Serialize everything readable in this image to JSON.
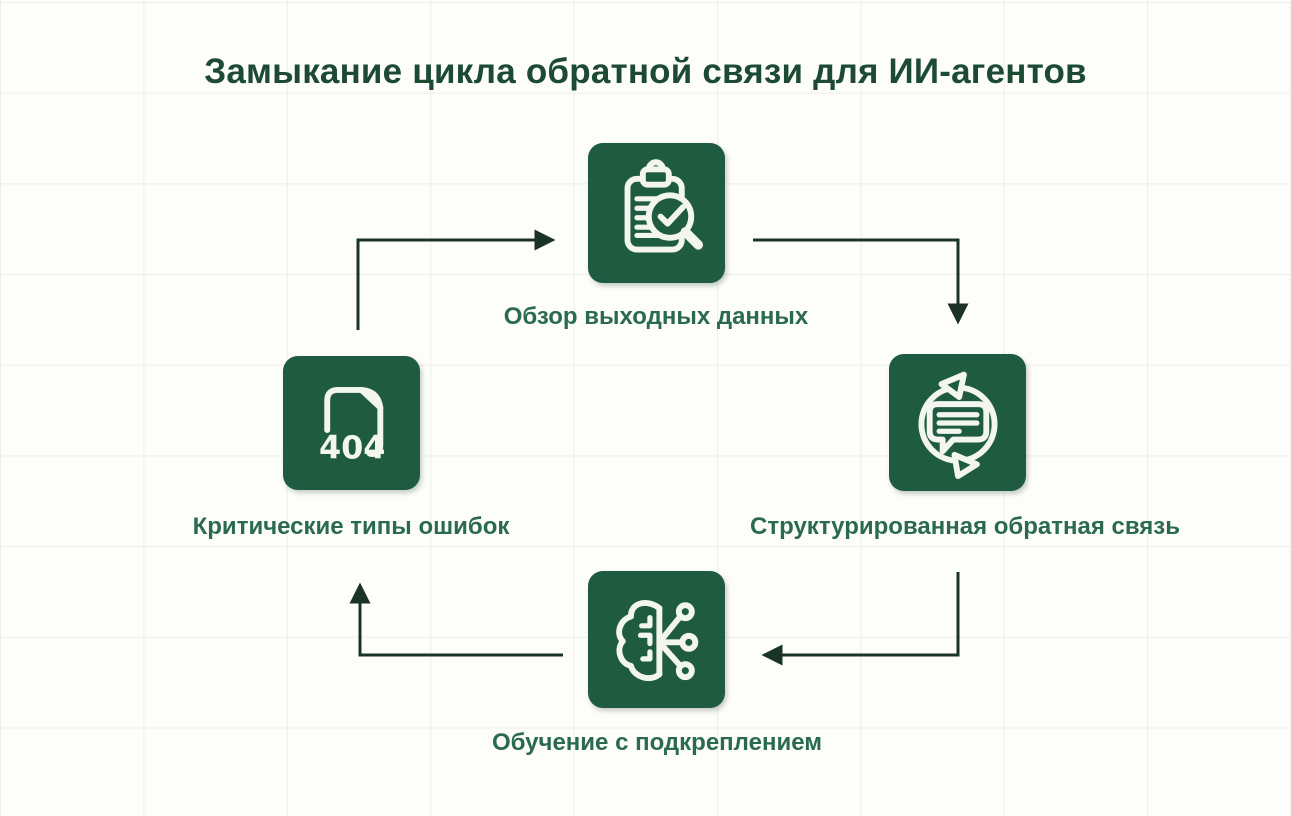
{
  "title": "Замыкание цикла обратной связи для ИИ-агентов",
  "colors": {
    "background": "#fdfdfb",
    "grid_line": "#ededea",
    "icon_background": "#1f5b40",
    "icon_stroke": "#f3f6ef",
    "title_text": "#1c4a33",
    "label_text": "#2b6b4d",
    "arrow": "#1b3327"
  },
  "nodes": [
    {
      "id": "output-review",
      "position": "top",
      "label": "Обзор выходных данных",
      "icon": "clipboard-check-magnifier-icon"
    },
    {
      "id": "structured-feedback",
      "position": "right",
      "label": "Структурированная обратная связь",
      "icon": "chat-refresh-icon"
    },
    {
      "id": "reinforcement-learning",
      "position": "bottom",
      "label": "Обучение с подкреплением",
      "icon": "brain-network-icon"
    },
    {
      "id": "critical-errors",
      "position": "left",
      "label": "Критические типы ошибок",
      "icon": "page-404-icon",
      "icon_text": "404"
    }
  ],
  "edges": [
    {
      "from": "critical-errors",
      "to": "output-review"
    },
    {
      "from": "output-review",
      "to": "structured-feedback"
    },
    {
      "from": "structured-feedback",
      "to": "reinforcement-learning"
    },
    {
      "from": "reinforcement-learning",
      "to": "critical-errors"
    }
  ]
}
